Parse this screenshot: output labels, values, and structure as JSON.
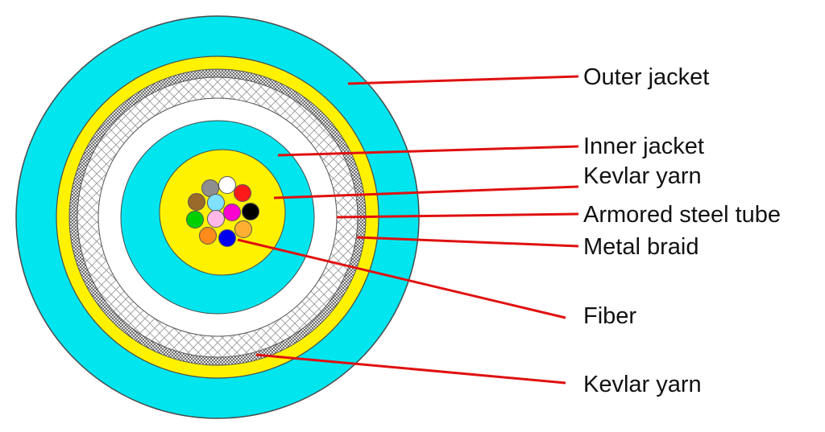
{
  "diagram": {
    "labels": [
      {
        "id": "outer-jacket",
        "text": "Outer jacket"
      },
      {
        "id": "inner-jacket",
        "text": "Inner jacket"
      },
      {
        "id": "kevlar-yarn-inner",
        "text": "Kevlar yarn"
      },
      {
        "id": "armored-steel-tube",
        "text": "Armored steel tube"
      },
      {
        "id": "metal-braid",
        "text": "Metal braid"
      },
      {
        "id": "fiber",
        "text": "Fiber"
      },
      {
        "id": "kevlar-yarn-outer",
        "text": "Kevlar yarn"
      }
    ],
    "colors": {
      "outer_jacket": "#00e5ee",
      "kevlar_yarn": "#fff200",
      "braid_and_tube": "#ffffff",
      "inner_jacket": "#00e5ee",
      "core_yarn": "#fff200",
      "leader_line": "#e01010",
      "outline": "#4a4a4a"
    },
    "fiber_colors": [
      "#8e8e8e",
      "#ffffff",
      "#9a6a2a",
      "#7fe0ff",
      "#ff1a1a",
      "#00d000",
      "#ffb8e8",
      "#ff00d0",
      "#000000",
      "#ff8c1a",
      "#0000ee",
      "#ffb030"
    ]
  }
}
